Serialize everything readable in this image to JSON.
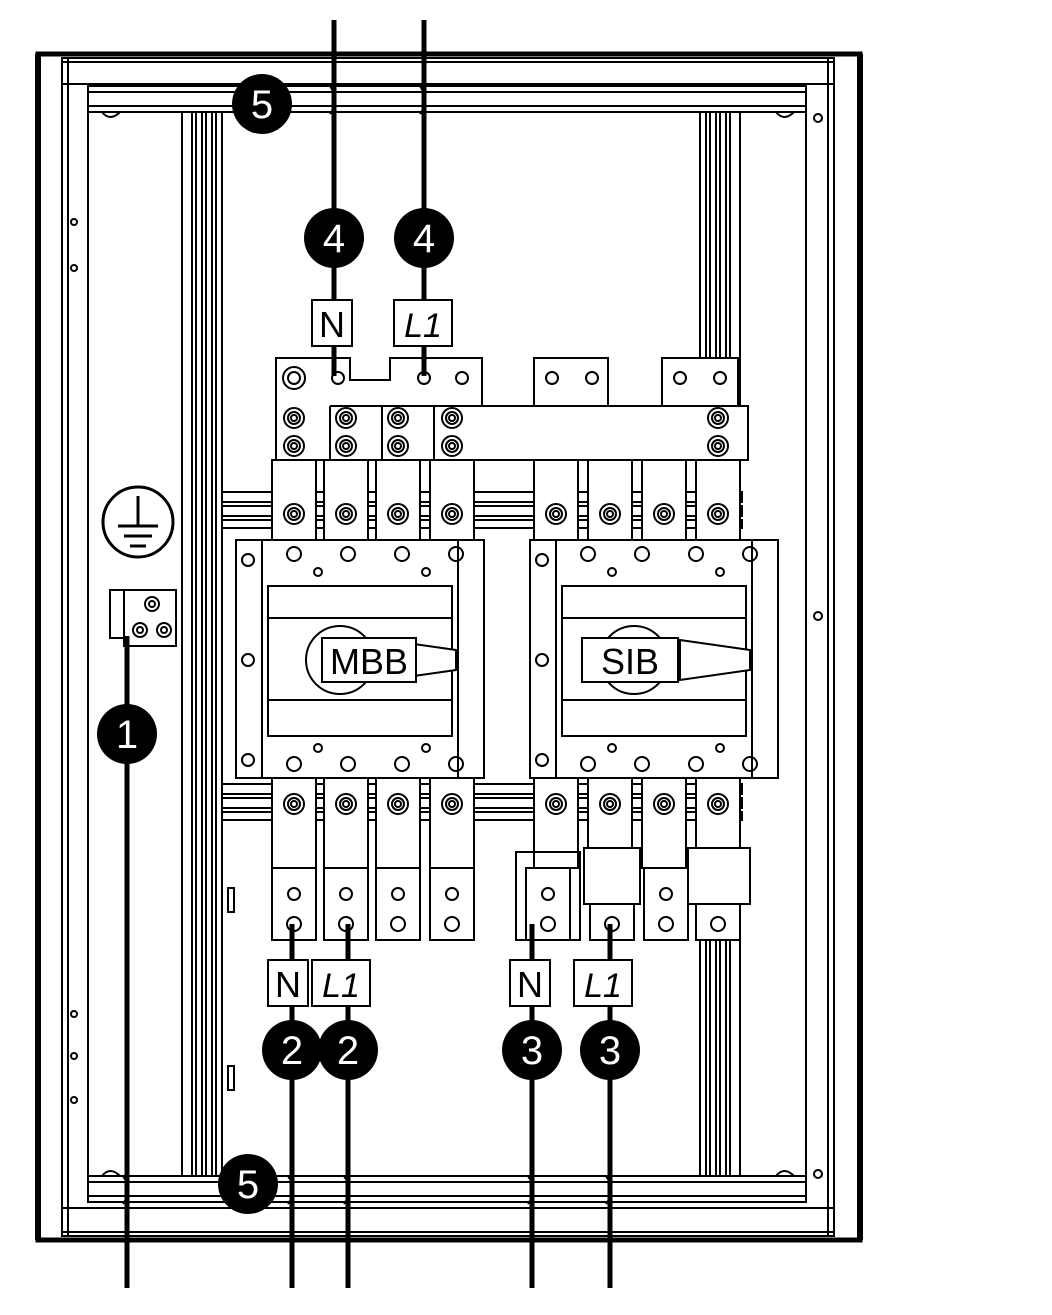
{
  "diagram": {
    "switches": [
      {
        "id": "mbb",
        "label": "MBB"
      },
      {
        "id": "sib",
        "label": "SIB"
      }
    ],
    "terminal_labels": {
      "top_n": "N",
      "top_l1": "L1",
      "mbb_n": "N",
      "mbb_l1": "L1",
      "sib_n": "N",
      "sib_l1": "L1"
    },
    "callouts": {
      "earth_cable": "1",
      "mbb_out_n": "2",
      "mbb_out_l1": "2",
      "sib_out_n": "3",
      "sib_out_l1": "3",
      "input_n": "4",
      "input_l1": "4",
      "top_rail": "5",
      "bottom_rail": "5"
    },
    "symbols": {
      "earth": "protective-earth-icon"
    },
    "colors": {
      "line": "#000000",
      "background": "#ffffff",
      "callout_fill": "#000000",
      "callout_text": "#ffffff"
    }
  }
}
